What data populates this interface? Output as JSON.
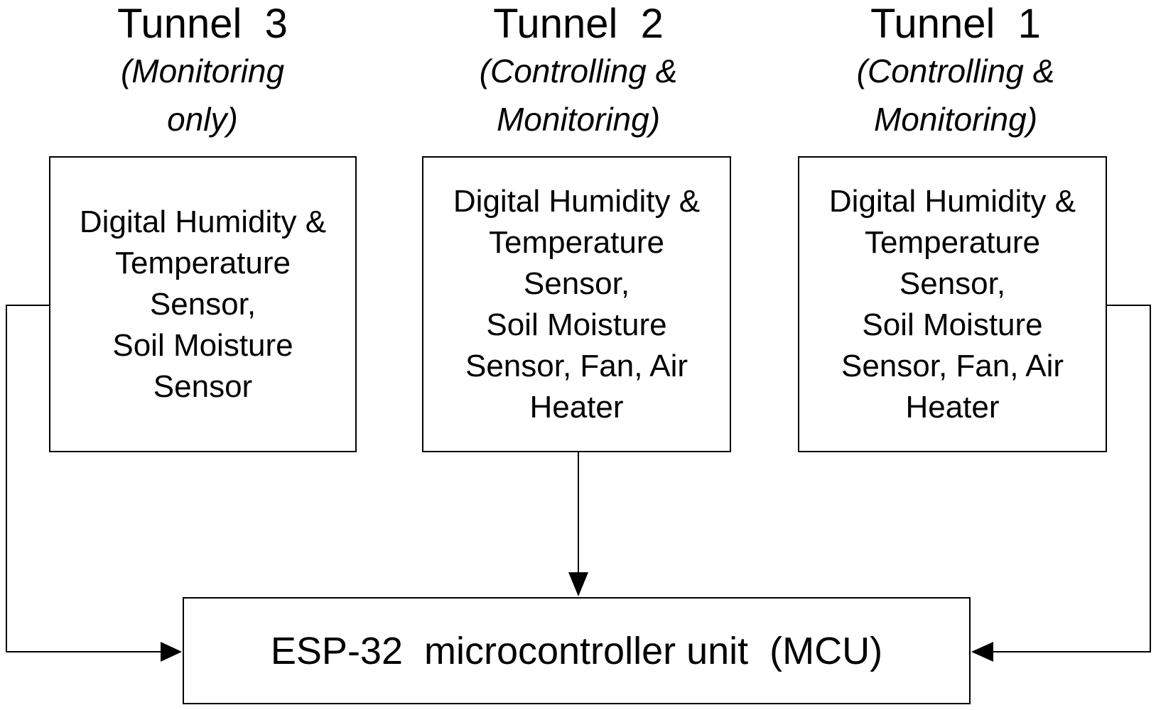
{
  "tunnels": [
    {
      "title": "Tunnel  3",
      "subtitle": "(Monitoring\nonly)",
      "components": "Digital Humidity &\nTemperature\nSensor,\nSoil Moisture\nSensor"
    },
    {
      "title": "Tunnel  2",
      "subtitle": "(Controlling &\nMonitoring)",
      "components": "Digital Humidity &\nTemperature\nSensor,\nSoil Moisture\nSensor, Fan, Air\nHeater"
    },
    {
      "title": "Tunnel  1",
      "subtitle": "(Controlling &\nMonitoring)",
      "components": "Digital Humidity &\nTemperature\nSensor,\nSoil Moisture\nSensor, Fan, Air\nHeater"
    }
  ],
  "mcu": {
    "label": "ESP-32  microcontroller unit  (MCU)"
  },
  "colors": {
    "line": "#000000",
    "background": "#ffffff"
  }
}
